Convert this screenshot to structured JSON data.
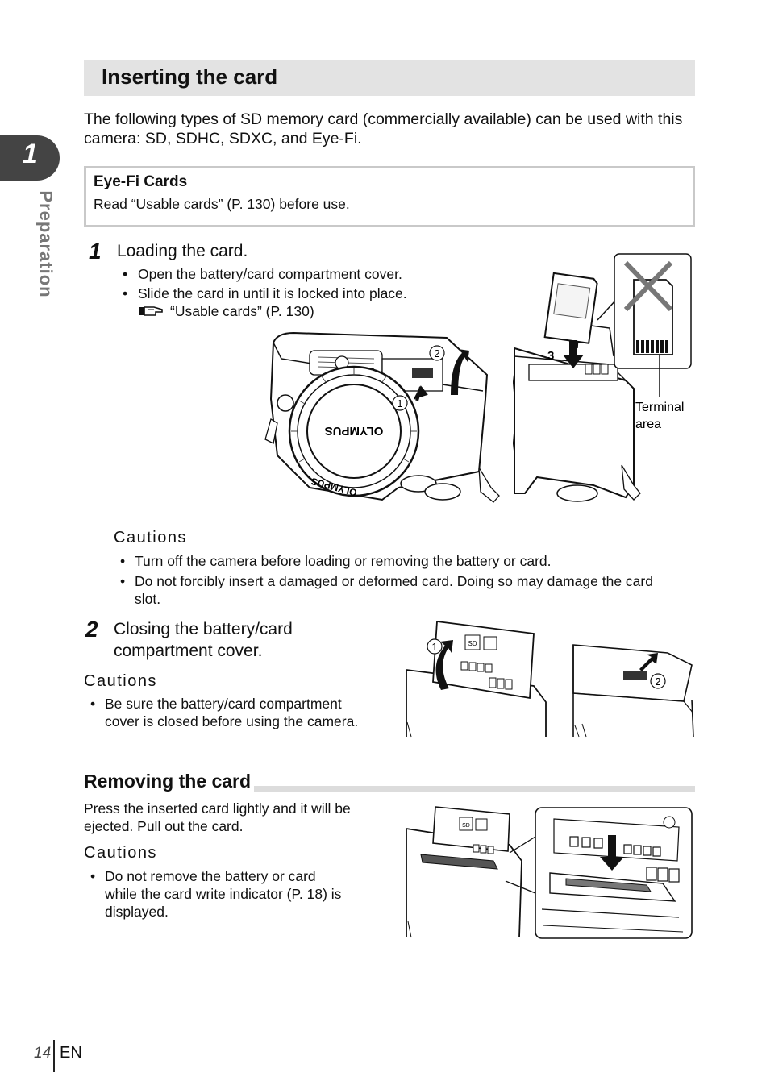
{
  "section": {
    "number": "1",
    "label": "Preparation"
  },
  "title": "Inserting the card",
  "intro": "The following types of SD memory card (commercially available) can be used with this camera: SD, SDHC, SDXC, and Eye-Fi.",
  "note": {
    "title": "Eye-Fi Cards",
    "text": "Read “Usable cards” (P. 130) before use."
  },
  "step1": {
    "number": "1",
    "title": "Loading the card.",
    "bullets": [
      "Open the battery/card compartment cover.",
      "Slide the card in until it is locked into place."
    ],
    "ref": "“Usable cards” (P. 130)",
    "figure_labels": {
      "c1": "1",
      "c2": "2",
      "c3": "3",
      "terminal": "Terminal",
      "terminal2": "area",
      "brand": "OLYMPUS"
    },
    "cautions_title": "Cautions",
    "cautions": [
      "Turn off the camera before loading or removing the battery or card.",
      "Do not forcibly insert a damaged or deformed card. Doing so may damage the card",
      "slot."
    ]
  },
  "step2": {
    "number": "2",
    "title_line1": "Closing the battery/card",
    "title_line2": "compartment cover.",
    "cautions_title": "Cautions",
    "cautions_line1": "Be sure the battery/card compartment",
    "cautions_line2": "cover is closed before using the camera.",
    "figure_labels": {
      "c1": "1",
      "c2": "2",
      "sd": "SD"
    }
  },
  "removing": {
    "title": "Removing the card",
    "text_line1": "Press the inserted card lightly and it will be",
    "text_line2": "ejected. Pull out the card.",
    "cautions_title": "Cautions",
    "cautions_line1": "Do not remove the battery or card",
    "cautions_line2": "while the card write indicator (P. 18) is",
    "cautions_line3": "displayed.",
    "figure_labels": {
      "sd": "SD"
    }
  },
  "footer": {
    "page": "14",
    "lang": "EN"
  }
}
